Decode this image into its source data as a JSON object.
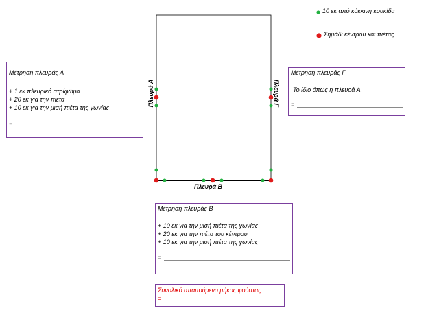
{
  "legend": {
    "green_label": "10 εκ από κόκκινη κουκίδα",
    "red_label": "Σημάδι κέντρου και πιέτας."
  },
  "colors": {
    "green_dot": "#22b040",
    "red_dot": "#e01b1b",
    "box_border": "#7b3f9e",
    "total_text": "#e00000"
  },
  "sides": {
    "a": "Πλευρά Α",
    "b": "Πλευρά Β",
    "g": "Πλευρά Γ"
  },
  "box_a": {
    "title": "Μέτρηση πλευράς Α",
    "lines": [
      "+ 1 εκ πλευρικό στρίφωμα",
      "+ 20 εκ για την πιέτα",
      "+ 10 εκ για την μισή πιέτα της γωνίας"
    ],
    "eq": "="
  },
  "box_g": {
    "title": "Μέτρηση πλευράς Γ",
    "text": "Το ίδιο όπως η πλευρά Α.",
    "eq": "="
  },
  "box_b": {
    "title": "Μέτρηση πλευράς Β",
    "lines": [
      "+ 10 εκ για την μισή πιέτα της γωνίας",
      "+ 20 εκ για την πιέτα του κέντρου",
      "+ 10 εκ για την μισή πιέτα της γωνίας"
    ],
    "eq": "="
  },
  "total": {
    "title": "Συνολικό απαιτούμενο μήκος φούστας",
    "eq": "="
  }
}
